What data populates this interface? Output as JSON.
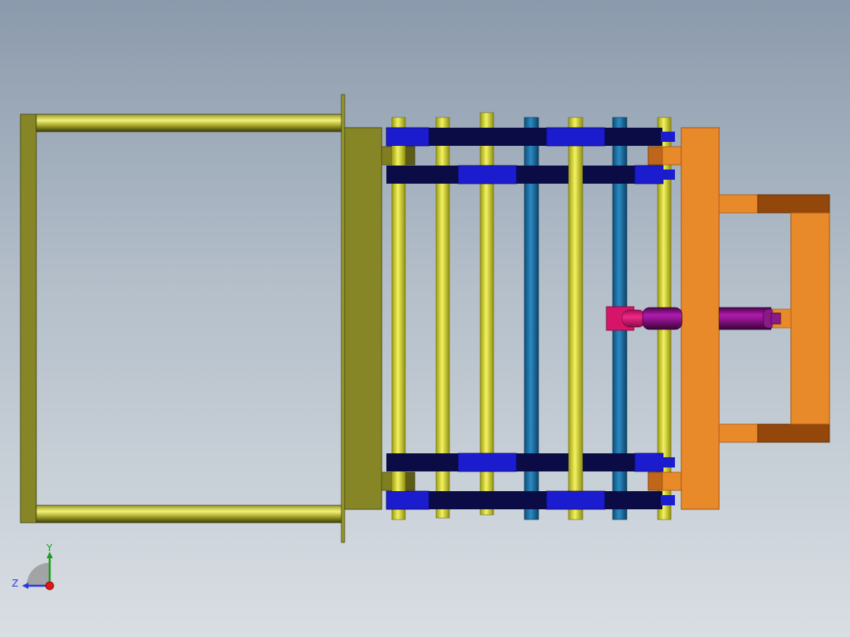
{
  "viewport": {
    "type": "cad-3d-view"
  },
  "colors": {
    "frame": "#868626",
    "frame_dark": "#5c5c17",
    "rod_yellow": "#e5e51e",
    "rod_blue": "#1a6fa6",
    "bar_navy": "#0b0b46",
    "block_blue": "#1c1ccf",
    "orange": "#e8892a",
    "orange_dark": "#93470a",
    "cylinder_purple": "#7a0a78",
    "cylinder_pink": "#d6156a"
  },
  "triad": {
    "y_label": "Y",
    "z_label": "Z",
    "icons": [
      "axis-y-arrow-icon",
      "axis-z-arrow-icon",
      "axis-x-origin-icon"
    ]
  }
}
